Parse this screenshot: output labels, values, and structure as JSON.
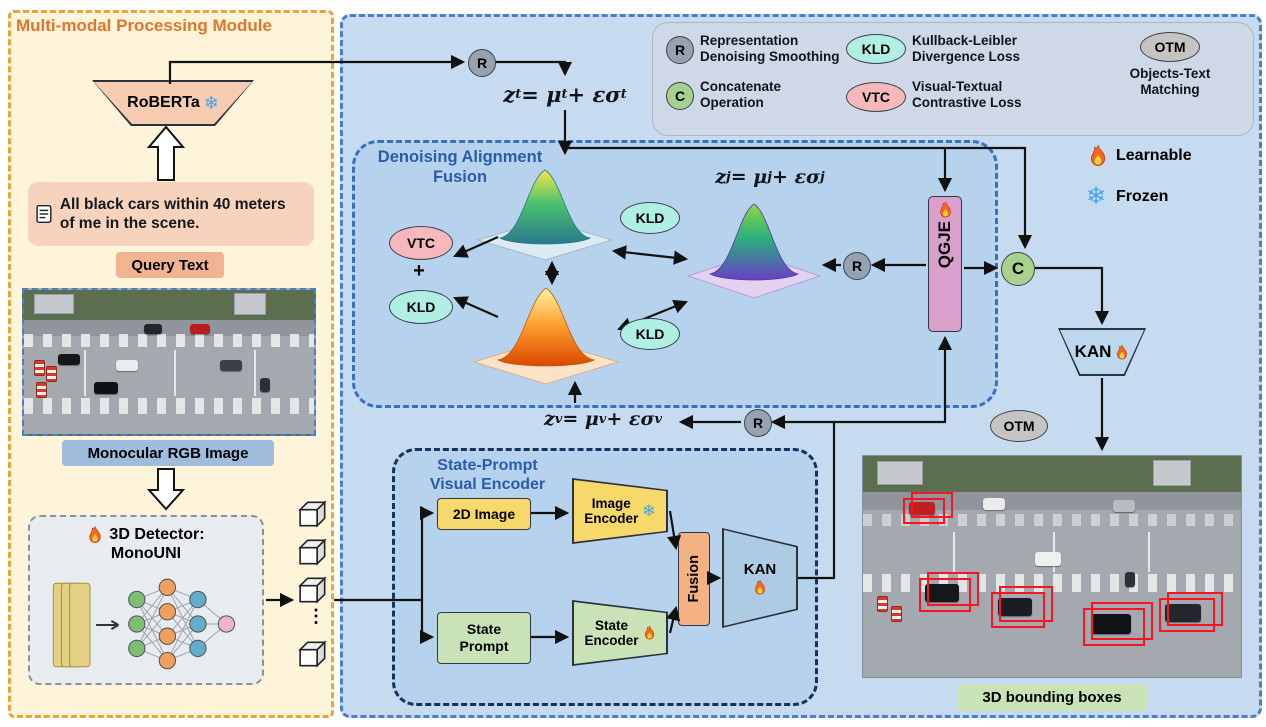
{
  "symbols": {
    "r": "R",
    "c": "C",
    "kld": "KLD",
    "vtc": "VTC",
    "otm": "OTM",
    "plus": "+",
    "ellipsis": "⋮",
    "snowflake": "❄"
  },
  "left_panel": {
    "title": "Multi-modal Processing Module",
    "roberta": "RoBERTa",
    "query_text": "All black cars within 40 meters of me in the scene.",
    "query_caption": "Query Text",
    "image_caption": "Monocular RGB Image",
    "detector_title": "3D Detector:",
    "detector_name": "MonoUNI"
  },
  "legend": {
    "labels": {
      "r": "Representation\nDenoising Smoothing",
      "c": "Concatenate\nOperation",
      "kld": "Kullback-Leibler\nDivergence Loss",
      "vtc": "Visual-Textual\nContrastive Loss",
      "otm": "Objects-Text\nMatching"
    },
    "learnable": "Learnable",
    "frozen": "Frozen"
  },
  "formulas": {
    "zt": {
      "base": "z",
      "base_sub": "t",
      "mid": " = μ",
      "mid_sub": "t",
      "tail": " + εσ",
      "tail_sub": "t"
    },
    "zj": {
      "base": "z",
      "base_sub": "j",
      "mid": " = μ",
      "mid_sub": "j",
      "tail": " + εσ",
      "tail_sub": "j"
    },
    "zv": {
      "base": "z",
      "base_sub": "v",
      "mid": " = μ",
      "mid_sub": "v",
      "tail": " + εσ",
      "tail_sub": "v"
    }
  },
  "fusion_panel": {
    "title": "Denoising Alignment\nFusion",
    "qgje": "QGJE"
  },
  "encoder_panel": {
    "title": "State-Prompt\nVisual Encoder",
    "image_box": "2D Image",
    "image_encoder": "Image\nEncoder",
    "state_box": "State\nPrompt",
    "state_encoder": "State\nEncoder",
    "fusion": "Fusion",
    "kan": "KAN"
  },
  "right_side": {
    "kan": "KAN",
    "result_caption": "3D bounding boxes"
  }
}
